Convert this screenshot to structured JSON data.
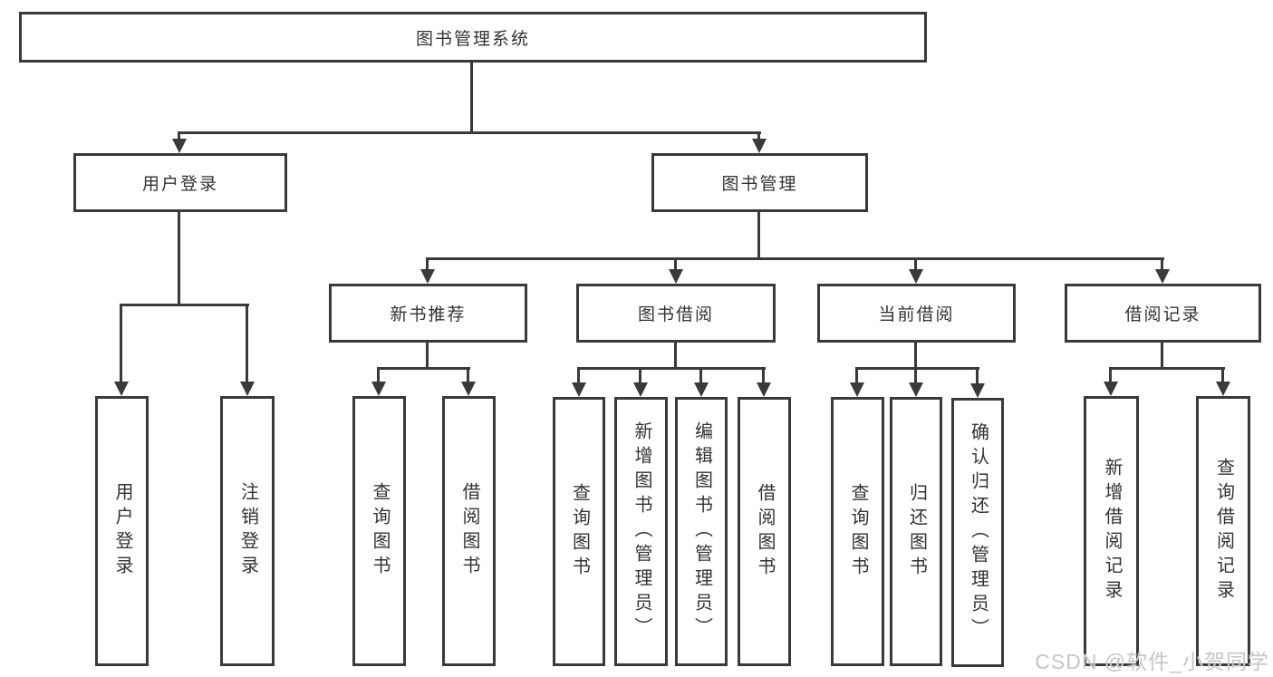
{
  "diagram": {
    "type": "hierarchy-tree",
    "levels": 4
  },
  "colors": {
    "line": "#3a3a3a",
    "box_border": "#3a3a3a",
    "box_background": "#ffffff",
    "text": "#333333",
    "watermark": "#c6c6c6",
    "page_background": "#ffffff"
  },
  "nodes": {
    "root": {
      "label": "图书管理系统"
    },
    "user_login_branch": {
      "label": "用户登录"
    },
    "book_mgmt_branch": {
      "label": "图书管理"
    },
    "new_book_rec": {
      "label": "新书推荐"
    },
    "book_borrow": {
      "label": "图书借阅"
    },
    "current_borrow": {
      "label": "当前借阅"
    },
    "borrow_records": {
      "label": "借阅记录"
    },
    "leaf_user_login": {
      "label": "用户登录"
    },
    "leaf_logout": {
      "label": "注销登录"
    },
    "leaf_nb_query": {
      "label": "查询图书"
    },
    "leaf_nb_borrow": {
      "label": "借阅图书"
    },
    "leaf_bb_query": {
      "label": "查询图书"
    },
    "leaf_bb_add": {
      "label": "新增图书（管理员）"
    },
    "leaf_bb_edit": {
      "label": "编辑图书（管理员）"
    },
    "leaf_bb_borrow": {
      "label": "借阅图书"
    },
    "leaf_cb_query": {
      "label": "查询图书"
    },
    "leaf_cb_return": {
      "label": "归还图书"
    },
    "leaf_cb_confirm": {
      "label": "确认归还（管理员）"
    },
    "leaf_br_add": {
      "label": "新增借阅记录"
    },
    "leaf_br_query": {
      "label": "查询借阅记录"
    }
  },
  "watermark": {
    "text": "CSDN @软件_小贺同学"
  }
}
